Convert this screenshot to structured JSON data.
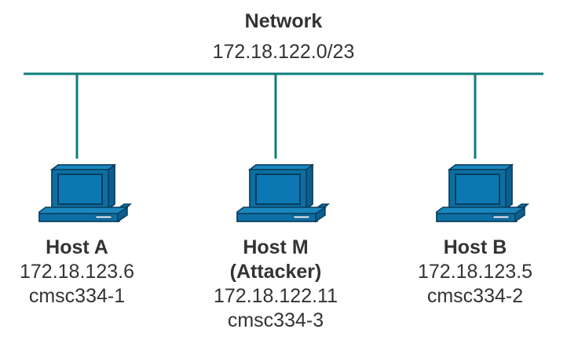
{
  "network": {
    "title": "Network",
    "subnet": "172.18.122.0/23",
    "line_color": "#0e7c7b"
  },
  "computer_icon": {
    "name": "desktop-computer-icon",
    "fill_color": "#0b6fa4",
    "stroke_color": "#0a3d5c"
  },
  "hosts": [
    {
      "name": "Host A",
      "role": "",
      "ip": "172.18.123.6",
      "hostname": "cmsc334-1"
    },
    {
      "name": "Host M",
      "role": "(Attacker)",
      "ip": "172.18.122.11",
      "hostname": "cmsc334-3"
    },
    {
      "name": "Host B",
      "role": "",
      "ip": "172.18.123.5",
      "hostname": "cmsc334-2"
    }
  ]
}
